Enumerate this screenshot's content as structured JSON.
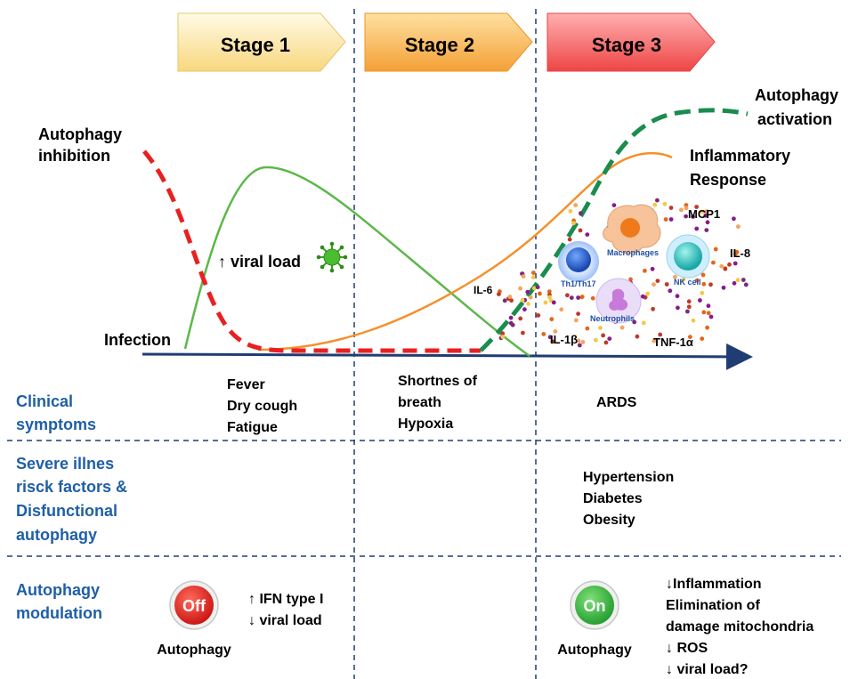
{
  "stages": [
    {
      "label": "Stage 1",
      "color_light": "#fdf2c4",
      "color_dark": "#f6c75a"
    },
    {
      "label": "Stage 2",
      "color_light": "#fdd07a",
      "color_dark": "#f39a2e"
    },
    {
      "label": "Stage 3",
      "color_light": "#fb8080",
      "color_dark": "#ea3a3a"
    }
  ],
  "graph": {
    "autophagy_inhibition": [
      "Autophagy",
      "inhibition"
    ],
    "autophagy_activation": [
      "Autophagy",
      "activation"
    ],
    "inflammatory_response": [
      "Inflammatory",
      "Response"
    ],
    "viral_load": "↑ viral load",
    "infection": "Infection",
    "cytokines": {
      "il6": "IL-6",
      "il1b": "IL-1β",
      "mcp1": "MCP1",
      "il8": "IL-8",
      "tnf": "TNF-1α"
    },
    "cells": {
      "th": "Th1/Th17",
      "macrophages": "Macrophages",
      "nk": "NK cell",
      "neutrophils": "Neutrophils"
    },
    "colors": {
      "inhibition": "#e82020",
      "activation": "#1a8c4e",
      "viral": "#5cb84a",
      "inflammatory": "#f5902a",
      "axis": "#1f3d73"
    }
  },
  "rows": [
    {
      "heading": [
        "Clinical",
        "symptoms"
      ],
      "stage1": [
        "Fever",
        "Dry cough",
        "Fatigue"
      ],
      "stage2": [
        "Shortnes of",
        "breath",
        "Hypoxia"
      ],
      "stage3": [
        "ARDS"
      ]
    },
    {
      "heading": [
        "Severe illnes",
        "risck factors &",
        "Disfunctional",
        "autophagy"
      ],
      "stage3": [
        "Hypertension",
        "Diabetes",
        "Obesity"
      ]
    },
    {
      "heading": [
        "Autophagy",
        "modulation"
      ],
      "off_button": "Off",
      "off_caption": "Autophagy",
      "stage1_effects": [
        "↑ IFN type I",
        "↓ viral load"
      ],
      "on_button": "On",
      "on_caption": "Autophagy",
      "stage3_effects": [
        "↓Inflammation",
        "Elimination of",
        "damage mitochondria",
        "↓ ROS",
        "↓ viral load?"
      ]
    }
  ],
  "heading_color": "#1f5fa6"
}
